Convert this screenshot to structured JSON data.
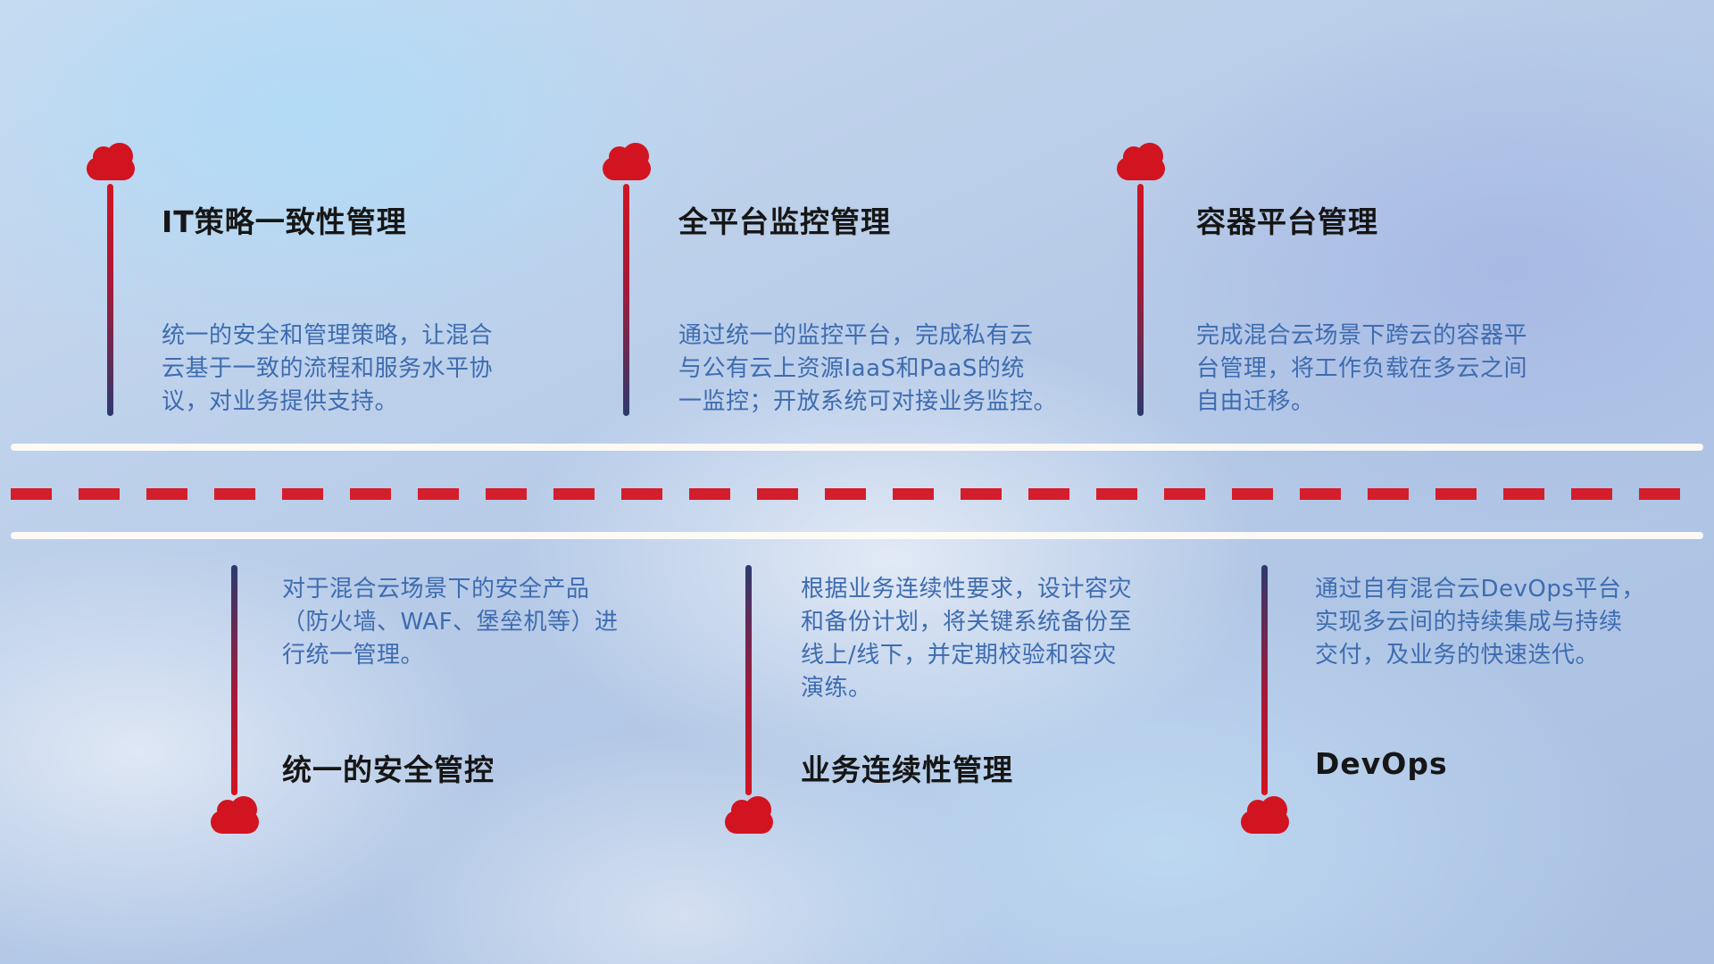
{
  "top_items": [
    {
      "title": "IT策略一致性管理",
      "desc": "统一的安全和管理策略，让混合\n云基于一致的流程和服务水平协\n议，对业务提供支持。"
    },
    {
      "title": "全平台监控管理",
      "desc": "通过统一的监控平台，完成私有云\n与公有云上资源IaaS和PaaS的统\n一监控；开放系统可对接业务监控。"
    },
    {
      "title": "容器平台管理",
      "desc": "完成混合云场景下跨云的容器平\n台管理，将工作负载在多云之间\n自由迁移。"
    }
  ],
  "bottom_items": [
    {
      "title": "统一的安全管控",
      "desc": "对于混合云场景下的安全产品\n（防火墙、WAF、堡垒机等）进\n行统一管理。"
    },
    {
      "title": "业务连续性管理",
      "desc": "根据业务连续性要求，设计容灾\n和备份计划，将关键系统备份至\n线上/线下，并定期校验和容灾\n演练。"
    },
    {
      "title": "DevOps",
      "desc": "通过自有混合云DevOps平台，\n实现多云间的持续集成与持续\n交付，及业务的快速迭代。"
    }
  ],
  "colors": {
    "accent_red": "#d21420",
    "line_navy": "#2c3a6e",
    "desc_blue": "#3e6cb0"
  }
}
